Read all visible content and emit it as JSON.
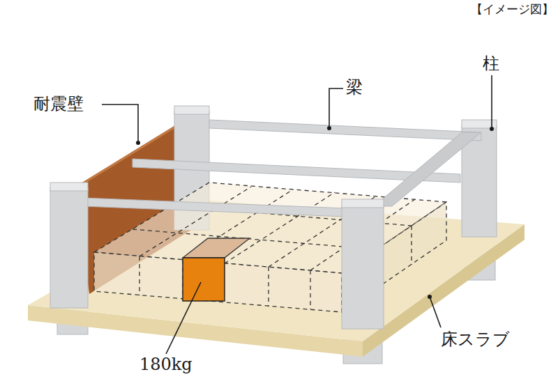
{
  "diagram": {
    "labels": [
      "【イメージ図】",
      "耐震壁",
      "梁",
      "柱",
      "床スラブ",
      "180kg"
    ]
  }
}
